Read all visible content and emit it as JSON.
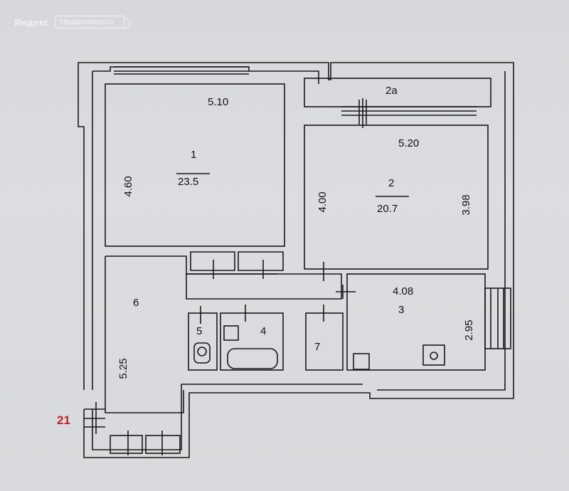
{
  "watermark": {
    "brand": "Яндекс",
    "service": "Недвижимость"
  },
  "marker": "21",
  "rooms": {
    "r1": {
      "number": "1",
      "area": "23.5",
      "width": "5.10",
      "height": "4.60"
    },
    "r2": {
      "number": "2",
      "area": "20.7",
      "width": "5.20",
      "height_left": "4.00",
      "height_right": "3.98"
    },
    "r2a": {
      "number": "2а"
    },
    "r3": {
      "number": "3",
      "width": "4.08",
      "height": "2.95"
    },
    "r4": {
      "number": "4"
    },
    "r5": {
      "number": "5"
    },
    "r6": {
      "number": "6",
      "height": "5.25"
    },
    "r7": {
      "number": "7"
    }
  },
  "colors": {
    "line": "#1a1a1a",
    "marker": "#c0202a"
  }
}
